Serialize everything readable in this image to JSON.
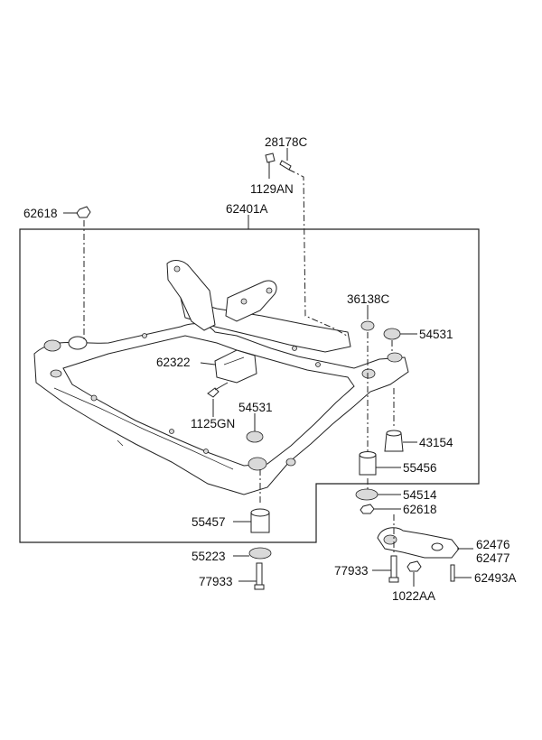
{
  "parts": {
    "p28178C": "28178C",
    "p1129AN": "1129AN",
    "p62618a": "62618",
    "p62401A": "62401A",
    "p36138C": "36138C",
    "p54531a": "54531",
    "p62322": "62322",
    "p1125GN": "1125GN",
    "p54531b": "54531",
    "p43154": "43154",
    "p55456": "55456",
    "p54514": "54514",
    "p62618b": "62618",
    "p55457": "55457",
    "p55223": "55223",
    "p77933a": "77933",
    "p77933b": "77933",
    "p62476": "62476",
    "p62477": "62477",
    "p1022AA": "1022AA",
    "p62493A": "62493A"
  }
}
